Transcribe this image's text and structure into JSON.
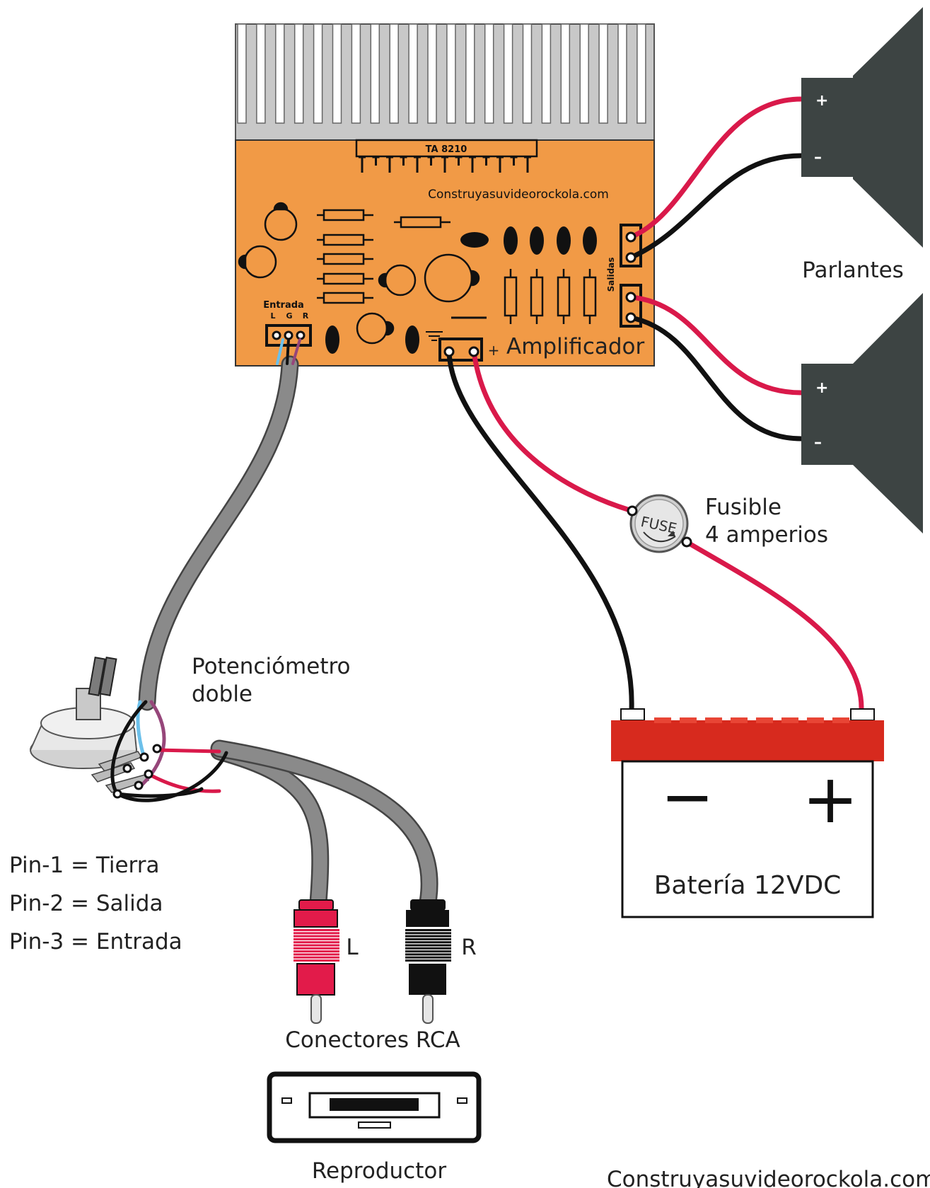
{
  "amplifier": {
    "chip_label": "TA 8210",
    "website": "Construyasuvideorockola.com",
    "input_label": "Entrada",
    "input_pins": [
      "L",
      "G",
      "R"
    ],
    "outputs_label": "Salidas",
    "plus_sign": "+",
    "name": "Amplificador"
  },
  "speakers": {
    "label": "Parlantes",
    "plus": "+",
    "minus": "–"
  },
  "fuse": {
    "badge": "FUSE",
    "line1": "Fusible",
    "line2": "4 amperios"
  },
  "battery": {
    "minus": "−",
    "plus": "+",
    "label": "Batería 12VDC"
  },
  "potentiometer": {
    "line1": "Potenciómetro",
    "line2": "doble"
  },
  "pin_legend": [
    "Pin-1 = Tierra",
    "Pin-2 = Salida",
    "Pin-3 = Entrada"
  ],
  "rca": {
    "left_label": "L",
    "right_label": "R",
    "caption": "Conectores RCA"
  },
  "player_label": "Reproductor",
  "footer_credit": "Construyasuvideorockola.com",
  "colors": {
    "board": "#f19a46",
    "heatsink": "#c8c8c8",
    "wire_red": "#d9194a",
    "wire_black": "#111111",
    "wire_blue": "#6cc0ea",
    "wire_purple": "#96467a",
    "cable_gray": "#8a8a8a",
    "speaker": "#3d4443",
    "battery_top": "#d72a1e",
    "rca_red": "#e21b4a"
  }
}
